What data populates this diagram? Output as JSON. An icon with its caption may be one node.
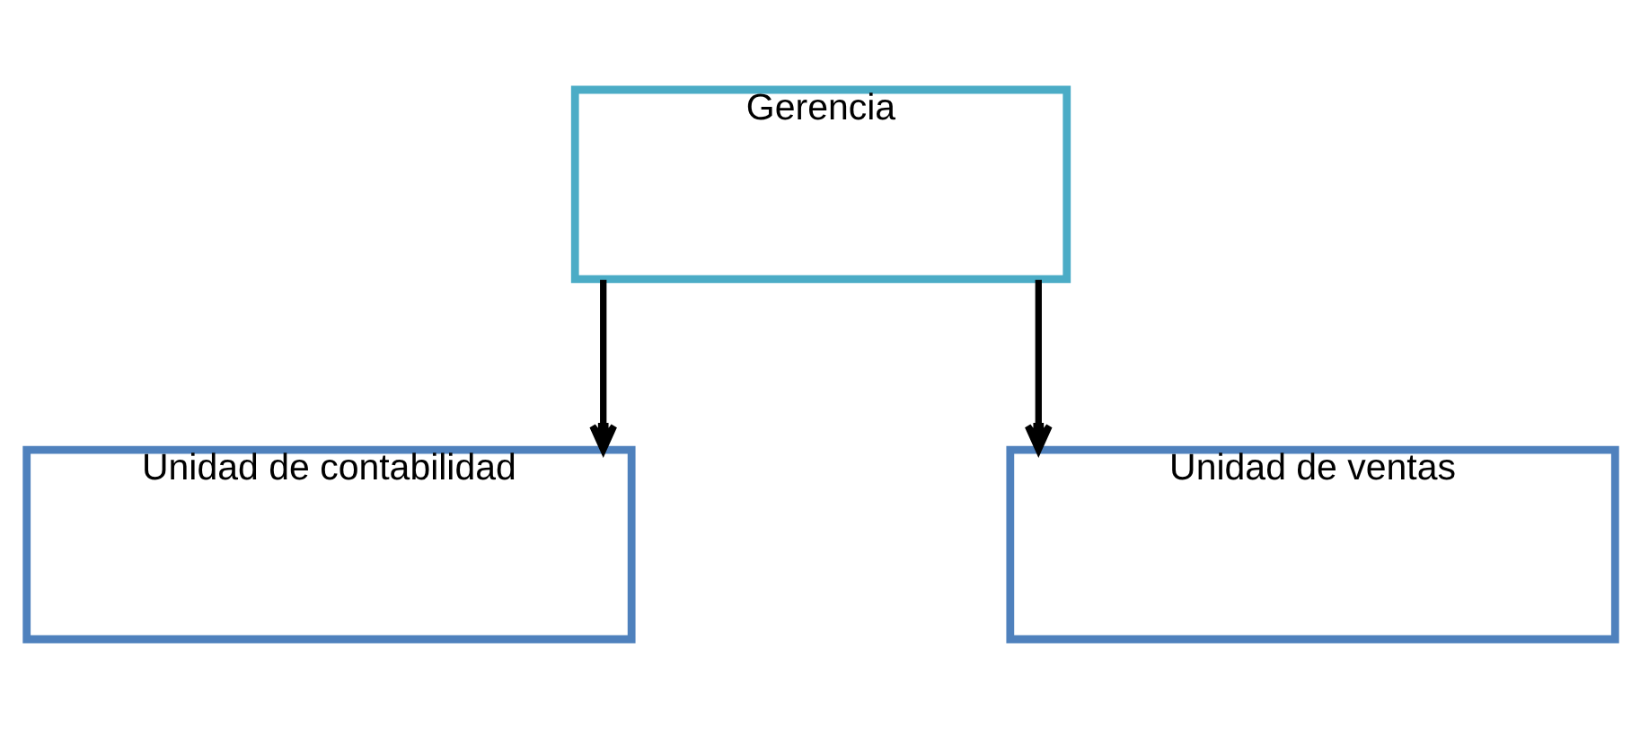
{
  "diagram": {
    "nodes": [
      {
        "text": [
          "Gerencia"
        ]
      },
      {
        "text": [
          "Unidad de contabilidad"
        ]
      },
      {
        "text": [
          "Unidad de ventas"
        ]
      }
    ],
    "edges": [
      {
        "from": 0,
        "to": 1,
        "arrow": "to"
      },
      {
        "from": 0,
        "to": 2,
        "arrow": "to"
      }
    ]
  }
}
